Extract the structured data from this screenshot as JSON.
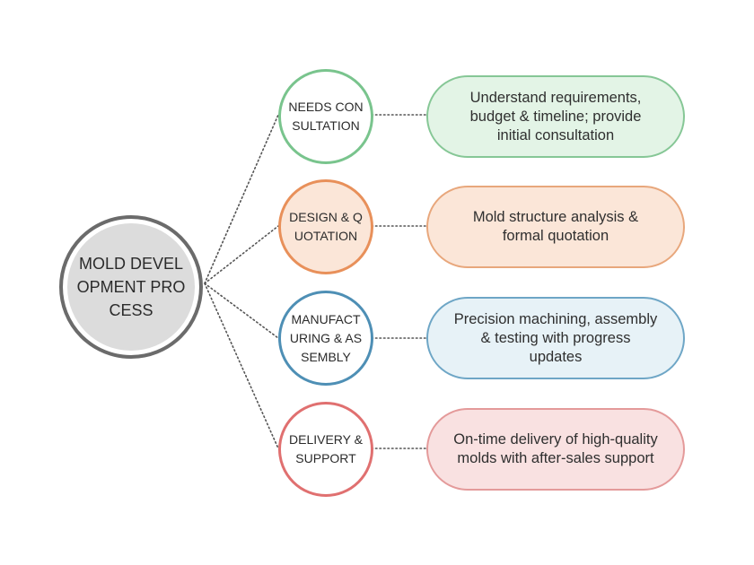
{
  "center": {
    "label": "MOLD DEVELOPMENT PROCESS"
  },
  "stages": [
    {
      "label": "NEEDS CONSULTATION",
      "description": "Understand requirements, budget & timeline; provide initial consultation",
      "border": "#79c48d",
      "fill": "#ffffff",
      "pill_fill": "#e3f4e6",
      "pill_border": "#86c796"
    },
    {
      "label": "DESIGN & QUOTATION",
      "description": "Mold structure analysis & formal quotation",
      "border": "#e8905a",
      "fill": "#fbe6d8",
      "pill_fill": "#fbe6d8",
      "pill_border": "#e8a77c"
    },
    {
      "label": "MANUFACTURING & ASSEMBLY",
      "description": "Precision machining, assembly & testing with progress updates",
      "border": "#4e8fb5",
      "fill": "#ffffff",
      "pill_fill": "#e7f2f7",
      "pill_border": "#6ea6c6"
    },
    {
      "label": "DELIVERY & SUPPORT",
      "description": "On-time delivery of high-quality molds with after-sales support",
      "border": "#e07070",
      "fill": "#ffffff",
      "pill_fill": "#f9e1e1",
      "pill_border": "#e49a9a"
    }
  ],
  "colors": {
    "center_fill": "#dcdcdc",
    "center_border": "#6b6b6b",
    "connector": "#555555"
  }
}
